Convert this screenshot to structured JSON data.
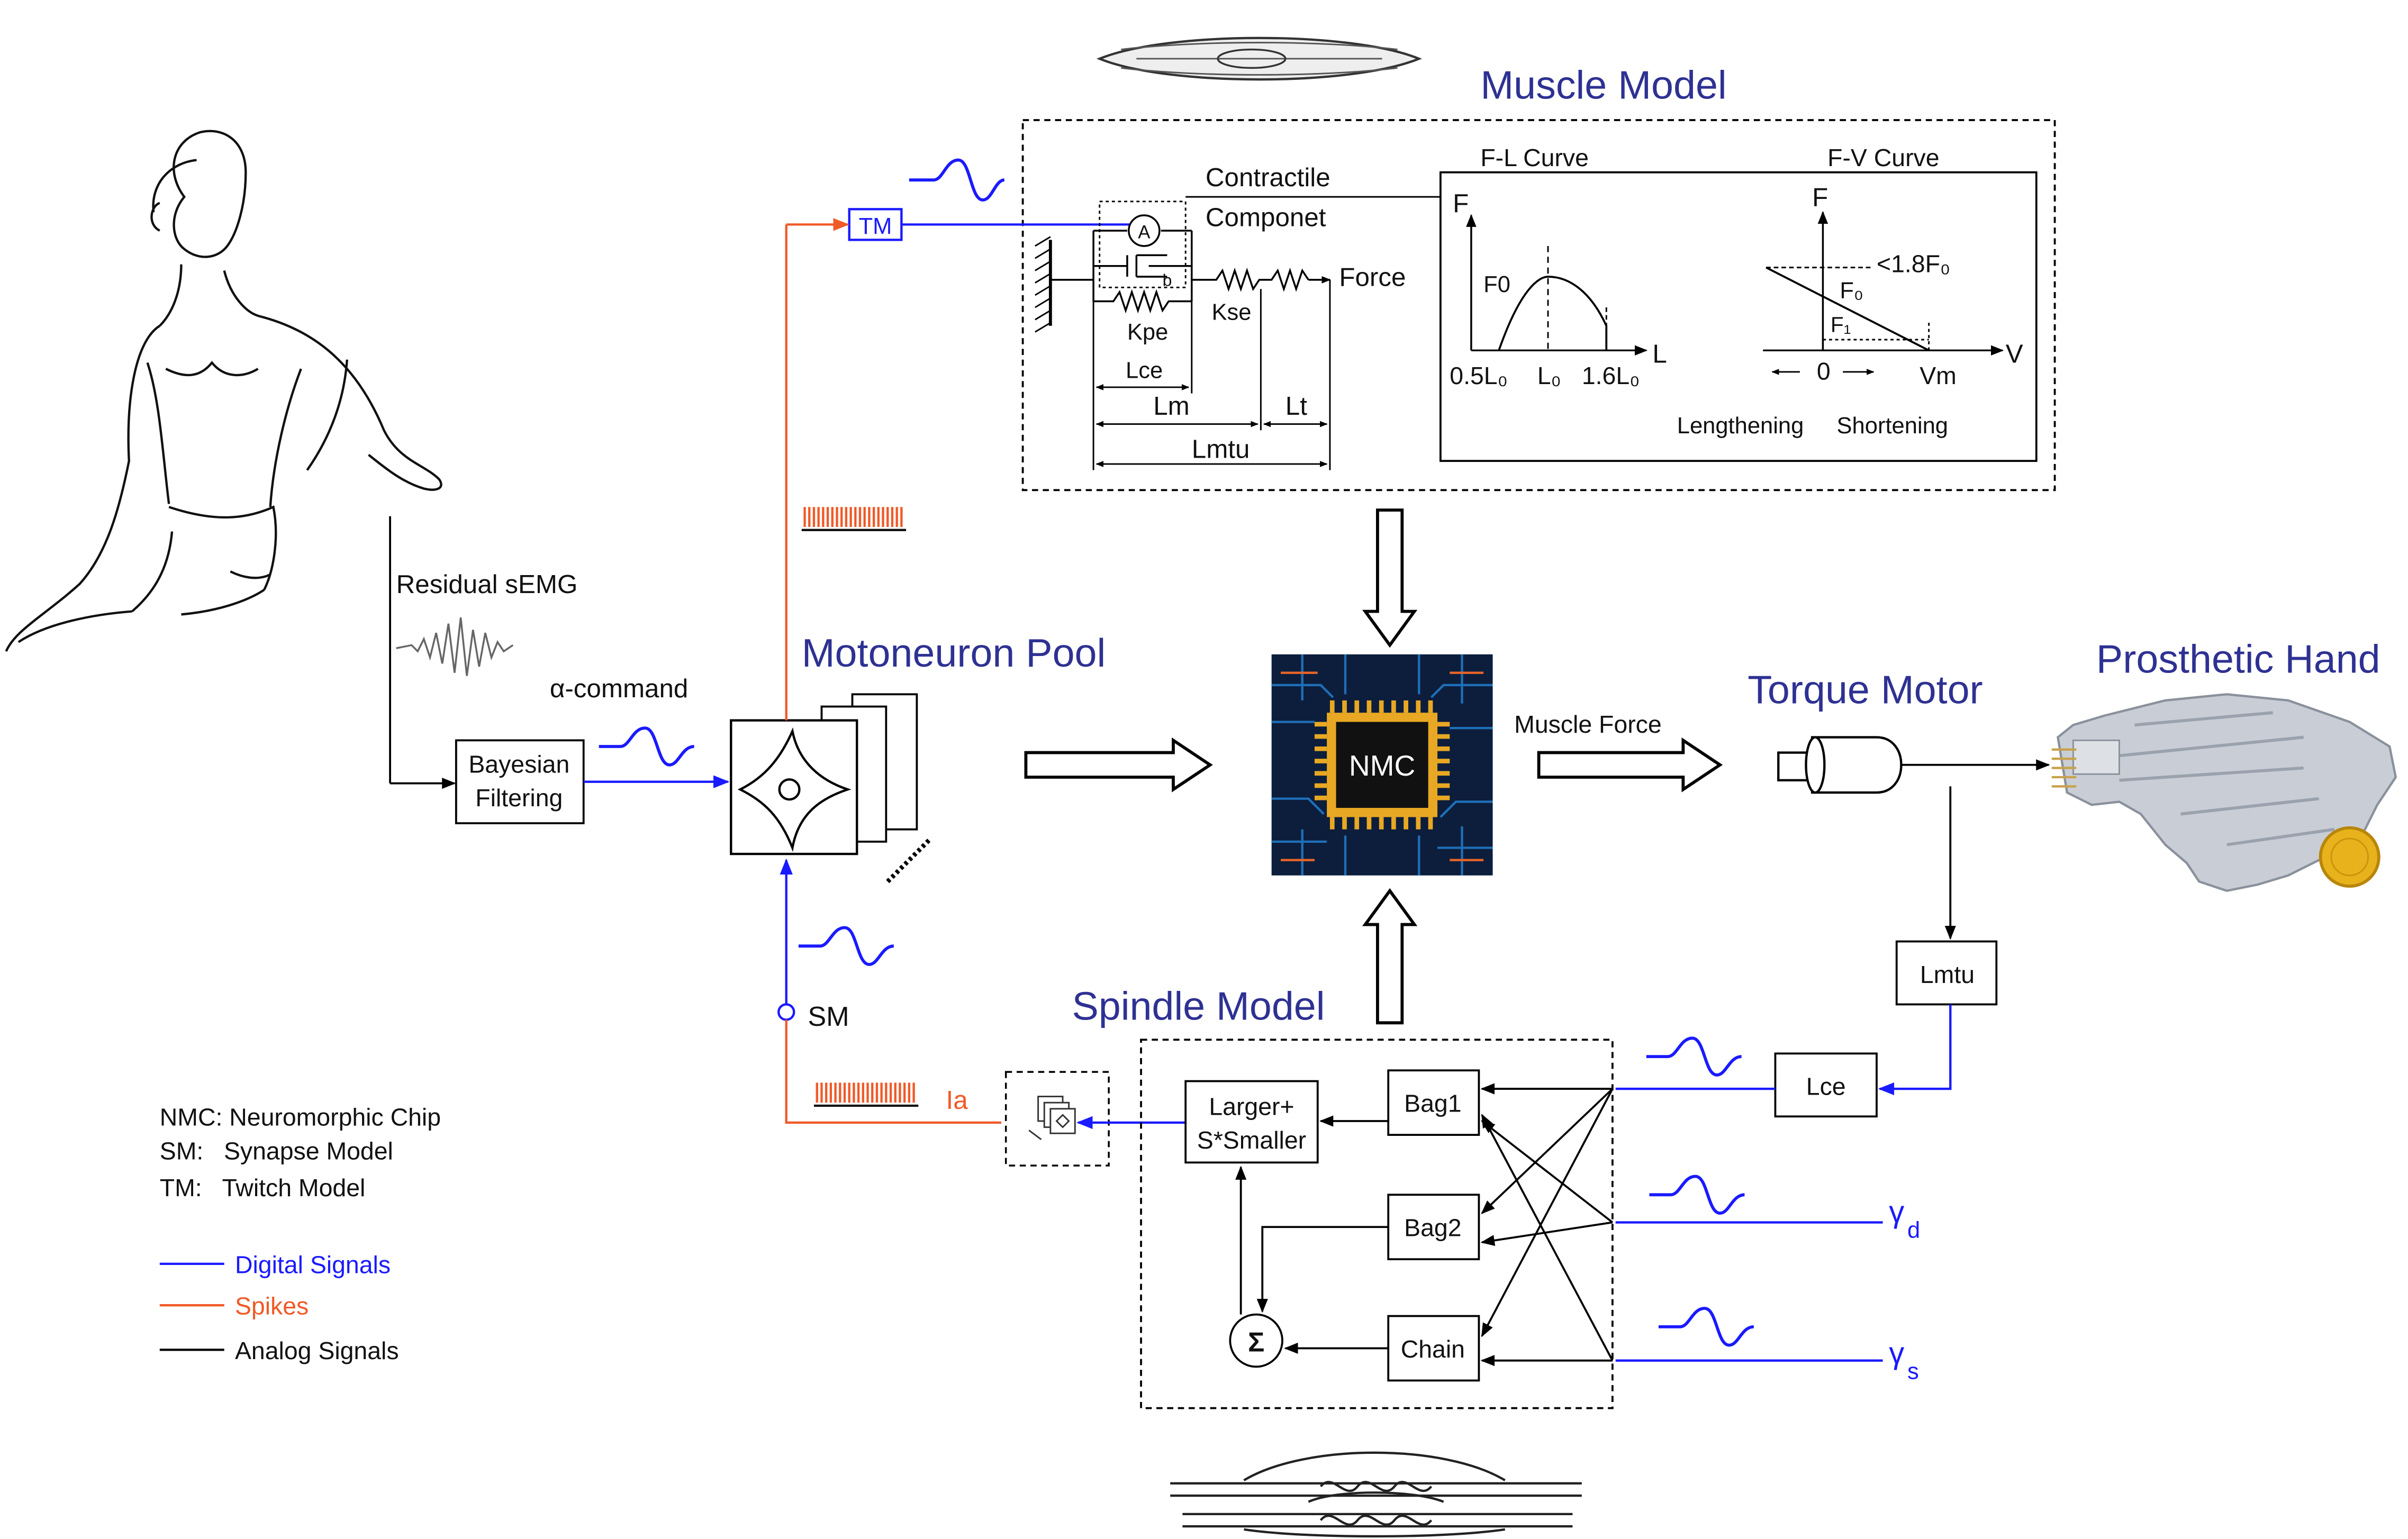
{
  "titles": {
    "muscle_model": "Muscle Model",
    "motoneuron_pool": "Motoneuron Pool",
    "torque_motor": "Torque Motor",
    "prosthetic_hand": "Prosthetic Hand",
    "spindle_model": "Spindle Model"
  },
  "labels": {
    "residual_semg": "Residual sEMG",
    "alpha_command": "α-command",
    "bayesian_line1": "Bayesian",
    "bayesian_line2": "Filtering",
    "tm_box": "TM",
    "sm": "SM",
    "ia": "Ia",
    "nmc_chip": "NMC",
    "muscle_force": "Muscle Force",
    "lmtu_box": "Lmtu",
    "lce_box": "Lce",
    "gamma_d": "γ",
    "gamma_d_sub": "d",
    "gamma_s": "γ",
    "gamma_s_sub": "s"
  },
  "muscle_model": {
    "contractile_line1": "Contractile",
    "contractile_line2": "Componet",
    "force": "Force",
    "a": "A",
    "b": "b",
    "kpe": "Kpe",
    "kse": "Kse",
    "lce": "Lce",
    "lm": "Lm",
    "lt": "Lt",
    "lmtu": "Lmtu"
  },
  "fl_curve": {
    "title": "F-L Curve",
    "y_axis": "F",
    "x_axis": "L",
    "f0": "F0",
    "tick_low": "0.5L₀",
    "tick_mid": "L₀",
    "tick_high": "1.6L₀"
  },
  "fv_curve": {
    "title": "F-V Curve",
    "y_axis": "F",
    "x_axis": "V",
    "max_label": "<1.8F₀",
    "f0": "F₀",
    "f1": "F₁",
    "zero": "0",
    "vm": "Vm",
    "lengthening": "Lengthening",
    "shortening": "Shortening"
  },
  "spindle": {
    "larger_line1": "Larger+",
    "larger_line2": "S*Smaller",
    "bag1": "Bag1",
    "bag2": "Bag2",
    "chain": "Chain",
    "sigma": "Σ"
  },
  "legend": {
    "nmc": "NMC: Neuromorphic Chip",
    "sm": "SM:   Synapse Model",
    "tm": "TM:   Twitch Model",
    "digital": "Digital Signals",
    "spikes": "Spikes",
    "analog": "Analog Signals"
  },
  "colors": {
    "digital": "#1a1aff",
    "spikes": "#f05a28",
    "analog": "#000000",
    "title": "#2e3192"
  }
}
